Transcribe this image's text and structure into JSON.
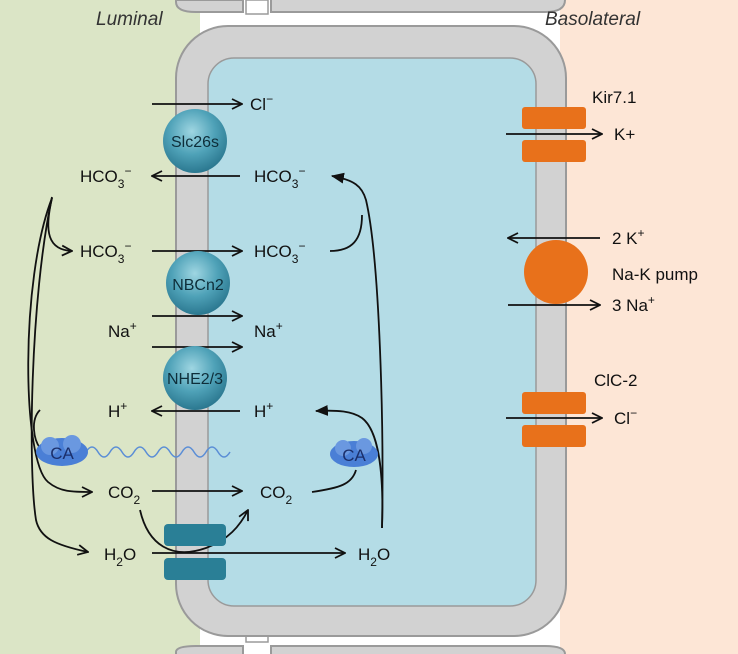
{
  "headers": {
    "luminal": "Luminal",
    "basolateral": "Basolateral"
  },
  "transporters": {
    "slc26s": "Slc26s",
    "nbcn2": "NBCn2",
    "nhe": "NHE2/3",
    "ca_left": "CA",
    "ca_right": "CA"
  },
  "channels": {
    "kir": {
      "name": "Kir7.1",
      "ion": "K+"
    },
    "pump": {
      "name": "Na-K pump",
      "in": "2 K",
      "out": "3 Na"
    },
    "clc": {
      "name": "ClC-2",
      "ion": "Cl"
    }
  },
  "species": {
    "cl_top": "Cl",
    "hco3_lum_1": "HCO",
    "hco3_cell_1": "HCO",
    "hco3_lum_2": "HCO",
    "hco3_cell_2": "HCO",
    "na_lum": "Na",
    "na_cell": "Na",
    "h_lum": "H",
    "h_cell": "H",
    "co2_lum": "CO",
    "co2_cell": "CO",
    "h2o_lum": "H",
    "h2o_cell": "H"
  },
  "colors": {
    "luminal_bg": "#dbe5c6",
    "basolateral_bg": "#fde6d6",
    "cell": "#b4dce6",
    "membrane": "#d2d2d2",
    "orange": "#e8711b",
    "teal": "#2a7f96",
    "ca_blue": "#3b71c9"
  }
}
